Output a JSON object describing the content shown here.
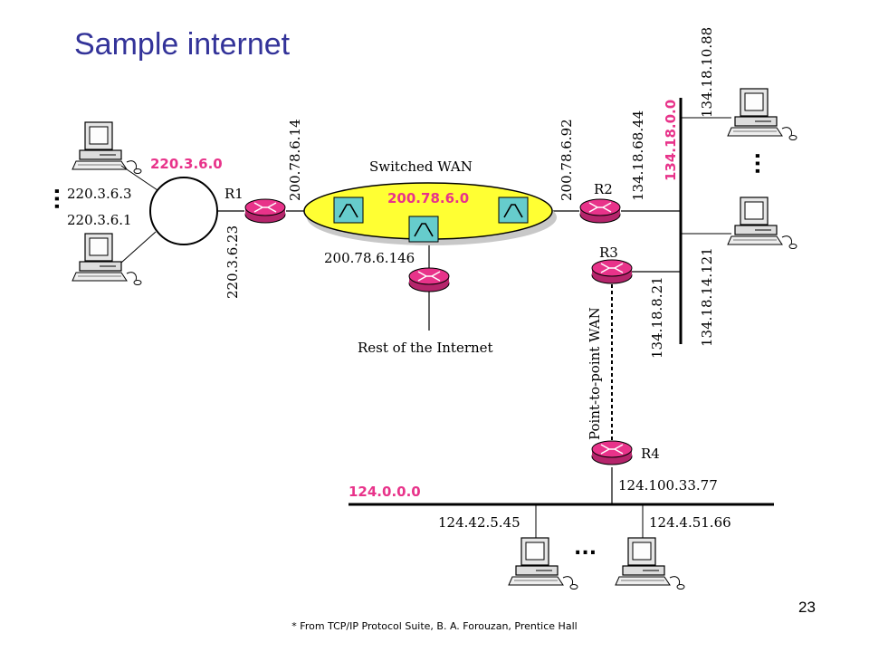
{
  "title": "Sample internet",
  "page_number": "23",
  "footnote": "* From TCP/IP Protocol Suite, B. A. Forouzan, Prentice Hall",
  "colors": {
    "title": "#333399",
    "network_label": "#e8338a",
    "wan_fill": "#ffff33",
    "router_fill": "#e8338a"
  },
  "networks": {
    "lan1": "220.3.6.0",
    "switched_wan": "200.78.6.0",
    "ethernet": "134.18.0.0",
    "lan4": "124.0.0.0"
  },
  "labels": {
    "switched_wan": "Switched WAN",
    "point_to_point": "Point-to-point WAN",
    "rest_of_internet": "Rest of the Internet",
    "ellipsis": "..."
  },
  "routers": {
    "r1": "R1",
    "r2": "R2",
    "r3": "R3",
    "r4": "R4"
  },
  "addresses": {
    "host_a": "220.3.6.3",
    "host_b": "220.3.6.1",
    "r1_lan": "220.3.6.23",
    "r1_wan": "200.78.6.14",
    "r2_wan": "200.78.6.92",
    "r2_eth": "134.18.68.44",
    "wan_rest": "200.78.6.146",
    "host_eth_top": "134.18.10.88",
    "host_eth_bottom": "134.18.14.121",
    "r3_eth": "134.18.8.21",
    "r4_lan": "124.100.33.77",
    "host_lan4_left": "124.42.5.45",
    "host_lan4_right": "124.4.51.66"
  }
}
